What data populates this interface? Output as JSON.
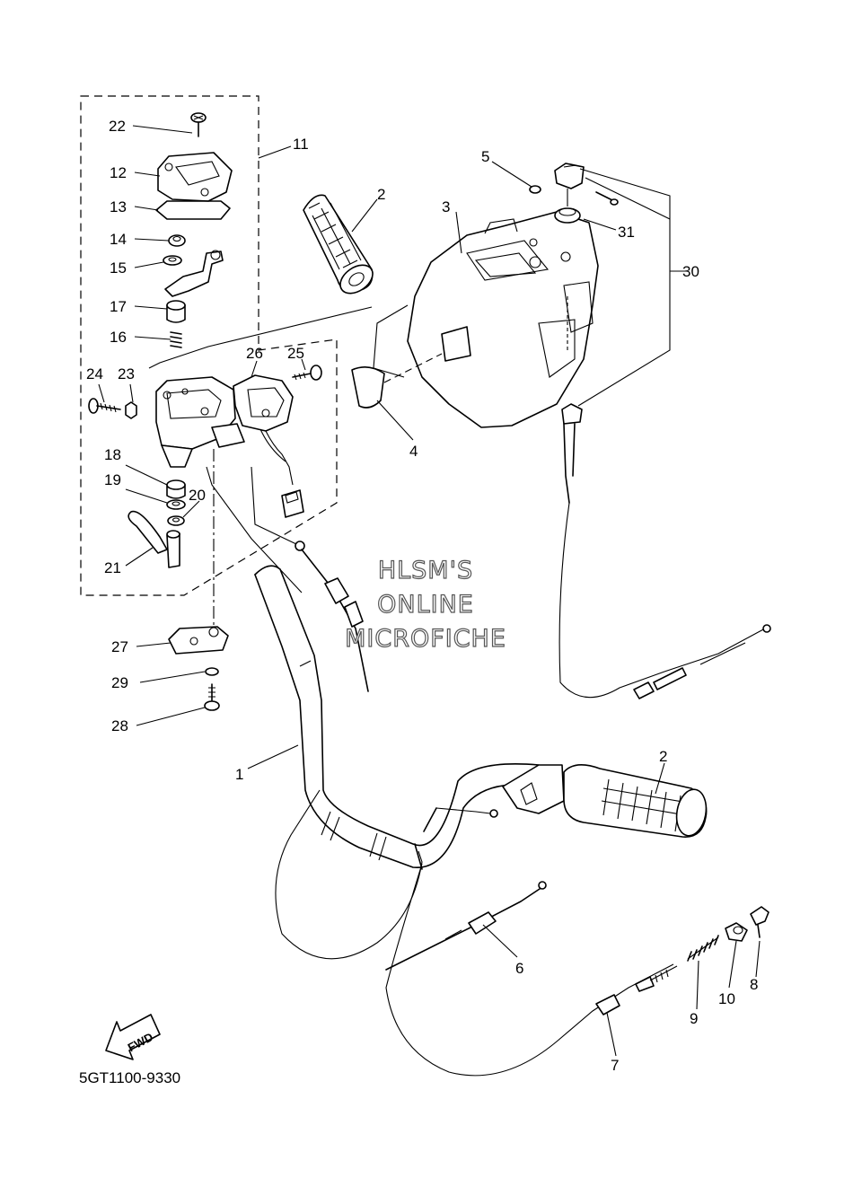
{
  "watermark": {
    "line1": "HLSM'S",
    "line2": "ONLINE",
    "line3": "MICROFICHE"
  },
  "drawing_code": "5GT1100-9330",
  "fwd_label": "FWD",
  "callouts": [
    {
      "id": "1",
      "label": "1"
    },
    {
      "id": "2a",
      "label": "2"
    },
    {
      "id": "2b",
      "label": "2"
    },
    {
      "id": "3",
      "label": "3"
    },
    {
      "id": "4",
      "label": "4"
    },
    {
      "id": "5",
      "label": "5"
    },
    {
      "id": "6",
      "label": "6"
    },
    {
      "id": "7",
      "label": "7"
    },
    {
      "id": "8",
      "label": "8"
    },
    {
      "id": "9",
      "label": "9"
    },
    {
      "id": "10",
      "label": "10"
    },
    {
      "id": "11",
      "label": "11"
    },
    {
      "id": "12",
      "label": "12"
    },
    {
      "id": "13",
      "label": "13"
    },
    {
      "id": "14",
      "label": "14"
    },
    {
      "id": "15",
      "label": "15"
    },
    {
      "id": "16",
      "label": "16"
    },
    {
      "id": "17",
      "label": "17"
    },
    {
      "id": "18",
      "label": "18"
    },
    {
      "id": "19",
      "label": "19"
    },
    {
      "id": "20",
      "label": "20"
    },
    {
      "id": "21",
      "label": "21"
    },
    {
      "id": "22",
      "label": "22"
    },
    {
      "id": "23",
      "label": "23"
    },
    {
      "id": "24",
      "label": "24"
    },
    {
      "id": "25",
      "label": "25"
    },
    {
      "id": "26",
      "label": "26"
    },
    {
      "id": "27",
      "label": "27"
    },
    {
      "id": "28",
      "label": "28"
    },
    {
      "id": "29",
      "label": "29"
    },
    {
      "id": "30",
      "label": "30"
    },
    {
      "id": "31",
      "label": "31"
    }
  ]
}
